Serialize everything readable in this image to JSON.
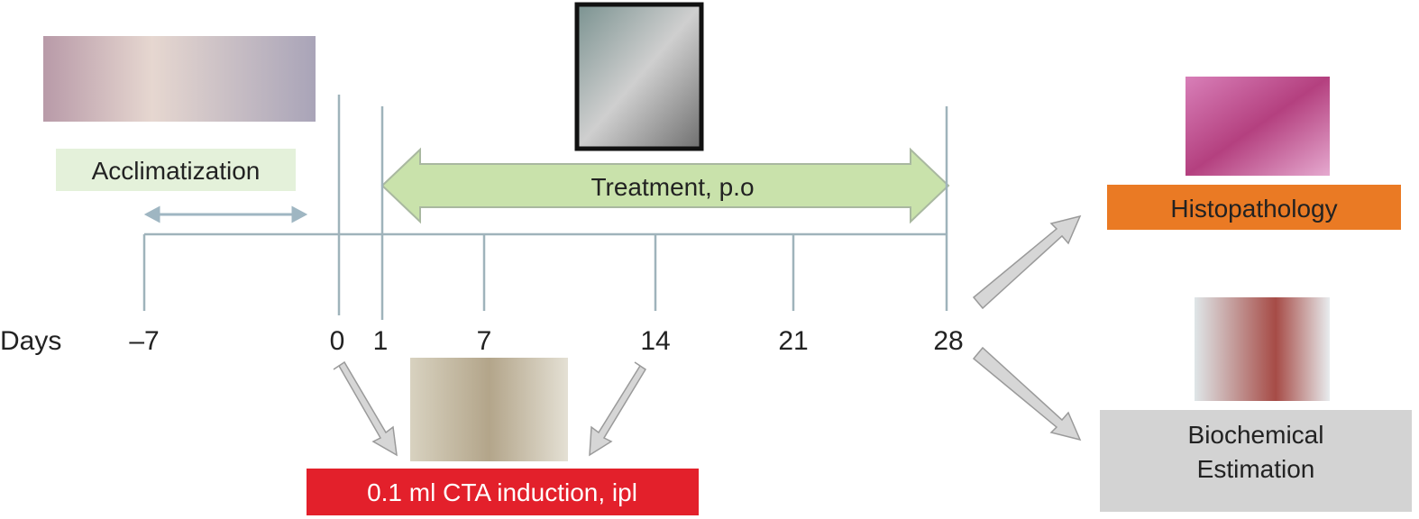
{
  "axis": {
    "label": "Days",
    "ticks": [
      "–7",
      "0",
      "1",
      "7",
      "14",
      "21",
      "28"
    ]
  },
  "phases": {
    "acclimatization": "Acclimatization",
    "treatment": "Treatment, p.o",
    "induction": "0.1 ml CTA induction, ipl"
  },
  "outcomes": {
    "histopathology": "Histopathology",
    "biochemical_line1": "Biochemical",
    "biochemical_line2": "Estimation"
  },
  "colors": {
    "acclimatization_bg": "#e4f1da",
    "treatment_arrow": "#c9e2ab",
    "induction_bg": "#e3202b",
    "histopathology_bg": "#ea7a24",
    "biochemical_bg": "#d3d3d3",
    "timeline": "#9fb3bb"
  }
}
